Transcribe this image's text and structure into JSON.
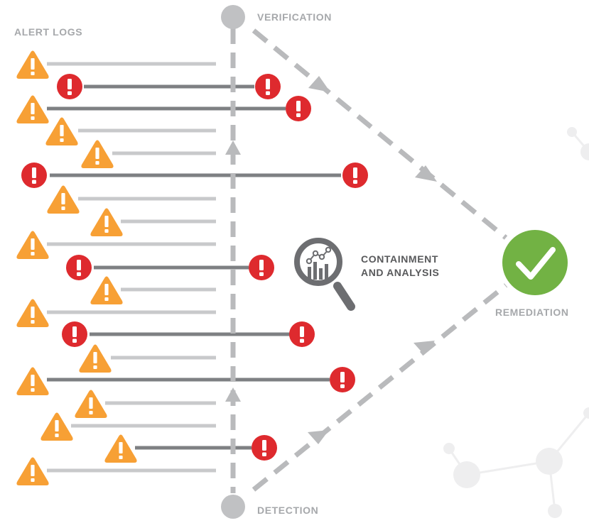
{
  "labels": {
    "alert_logs": "ALERT LOGS",
    "verification": "VERIFICATION",
    "containment_line1": "CONTAINMENT",
    "containment_line2": "AND ANALYSIS",
    "remediation": "REMEDIATION",
    "detection": "DETECTION"
  },
  "icons": {
    "warning": "warning-triangle-icon",
    "critical": "critical-alert-icon",
    "search": "magnifier-analytics-icon",
    "check": "checkmark-circle-icon"
  },
  "colors": {
    "warning": "#f7a035",
    "critical": "#de2a2e",
    "critical_line": "#7e8083",
    "warning_line": "#c8c9cb",
    "dashed_grey": "#b9babc",
    "remediation": "#72b244",
    "magnifier": "#6d6e71",
    "label_grey": "#a6a8ab",
    "label_dark": "#58595b"
  }
}
